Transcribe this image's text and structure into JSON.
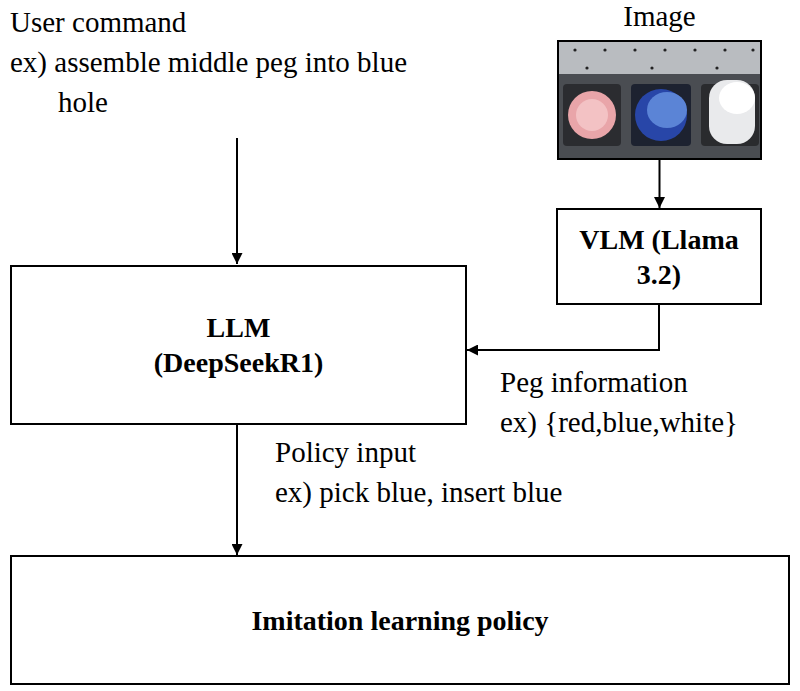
{
  "diagram": {
    "nodes": [
      {
        "text": [
          "Image"
        ]
      },
      {
        "text": [
          "VLM (Llama 3.2)"
        ]
      },
      {
        "text": [
          "LLM (DeepSeekR1)"
        ]
      },
      {
        "text": [
          "Imitation learning policy"
        ]
      }
    ],
    "edges": [
      {
        "from": 0,
        "to": 1,
        "arrow": "to"
      },
      {
        "from": 1,
        "to": 2,
        "arrow": "to",
        "label": "Peg information"
      },
      {
        "from": 2,
        "to": 3,
        "arrow": "to",
        "label": "Policy input"
      }
    ],
    "labels": [
      "User command",
      "ex) assemble middle peg into blue hole",
      "ex) {red,blue,white}",
      "ex) pick blue, insert blue"
    ]
  }
}
